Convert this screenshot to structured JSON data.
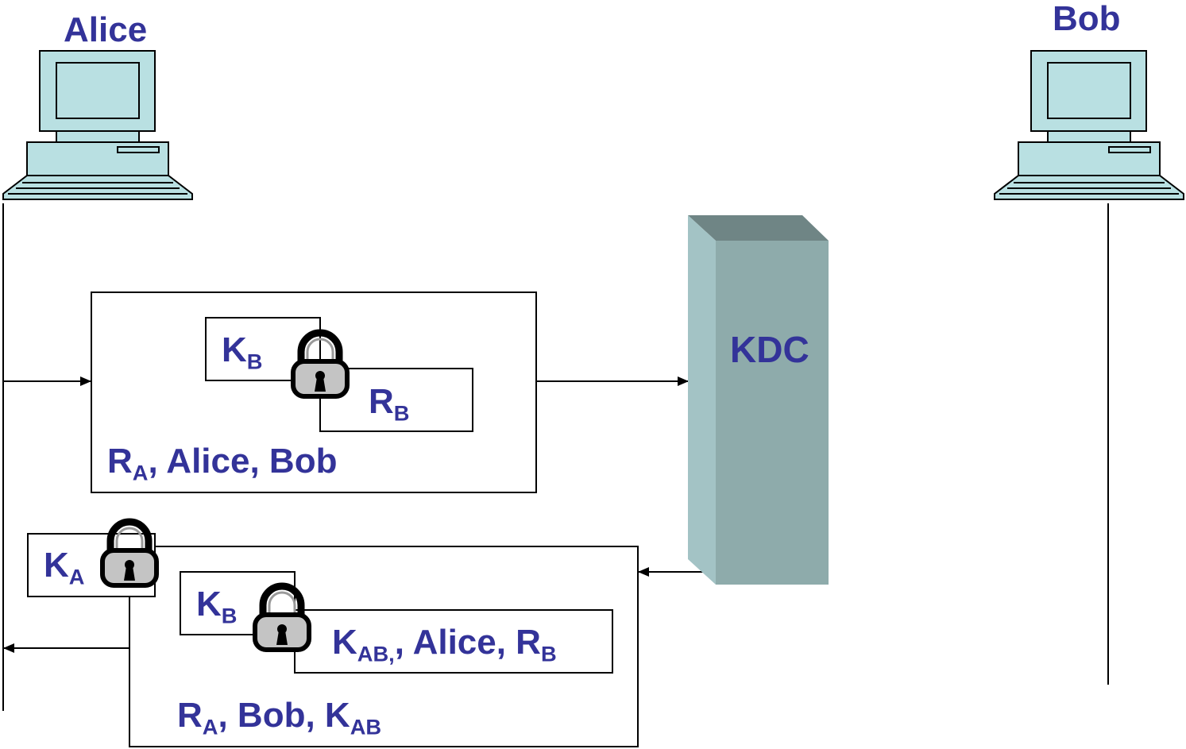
{
  "alice": {
    "label": "Alice"
  },
  "bob": {
    "label": "Bob"
  },
  "kdc": {
    "label": "KDC"
  },
  "request": {
    "ticket_key": {
      "main": "K",
      "sub": "B"
    },
    "ticket_content": {
      "main": "R",
      "sub": "B"
    },
    "plain": {
      "p1": "R",
      "p1sub": "A",
      "p2": ", Alice, Bob"
    }
  },
  "reply": {
    "outer_key": {
      "main": "K",
      "sub": "A"
    },
    "inner_key": {
      "main": "K",
      "sub": "B"
    },
    "inner_content": {
      "p1": "K",
      "p1sub": "AB,",
      "p2": ", Alice, R",
      "p2sub": "B"
    },
    "plain": {
      "p1": "R",
      "p1sub": "A",
      "p2": ", Bob, K",
      "p2sub": "AB"
    }
  },
  "colors": {
    "text": "#333399",
    "computer": "#b9e0e2",
    "kdc_front": "#8eabab",
    "kdc_side": "#a3c3c5",
    "kdc_top": "#6f8585"
  }
}
